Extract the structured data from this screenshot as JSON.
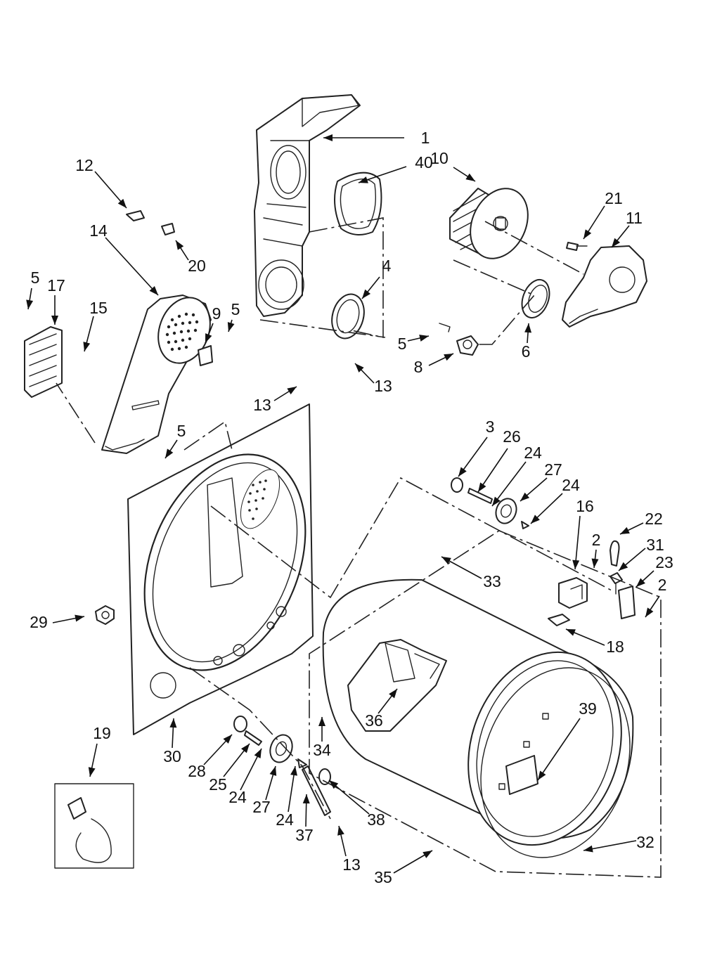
{
  "callouts": [
    {
      "label": "1"
    },
    {
      "label": "40"
    },
    {
      "label": "10"
    },
    {
      "label": "21"
    },
    {
      "label": "11"
    },
    {
      "label": "12"
    },
    {
      "label": "20"
    },
    {
      "label": "14"
    },
    {
      "label": "4"
    },
    {
      "label": "5"
    },
    {
      "label": "17"
    },
    {
      "label": "15"
    },
    {
      "label": "9"
    },
    {
      "label": "5"
    },
    {
      "label": "6"
    },
    {
      "label": "5"
    },
    {
      "label": "8"
    },
    {
      "label": "13"
    },
    {
      "label": "13"
    },
    {
      "label": "5"
    },
    {
      "label": "3"
    },
    {
      "label": "26"
    },
    {
      "label": "24"
    },
    {
      "label": "27"
    },
    {
      "label": "24"
    },
    {
      "label": "16"
    },
    {
      "label": "22"
    },
    {
      "label": "2"
    },
    {
      "label": "31"
    },
    {
      "label": "23"
    },
    {
      "label": "33"
    },
    {
      "label": "2"
    },
    {
      "label": "29"
    },
    {
      "label": "18"
    },
    {
      "label": "36"
    },
    {
      "label": "39"
    },
    {
      "label": "34"
    },
    {
      "label": "30"
    },
    {
      "label": "28"
    },
    {
      "label": "25"
    },
    {
      "label": "24"
    },
    {
      "label": "27"
    },
    {
      "label": "24"
    },
    {
      "label": "37"
    },
    {
      "label": "38"
    },
    {
      "label": "13"
    },
    {
      "label": "19"
    },
    {
      "label": "32"
    },
    {
      "label": "35"
    }
  ]
}
